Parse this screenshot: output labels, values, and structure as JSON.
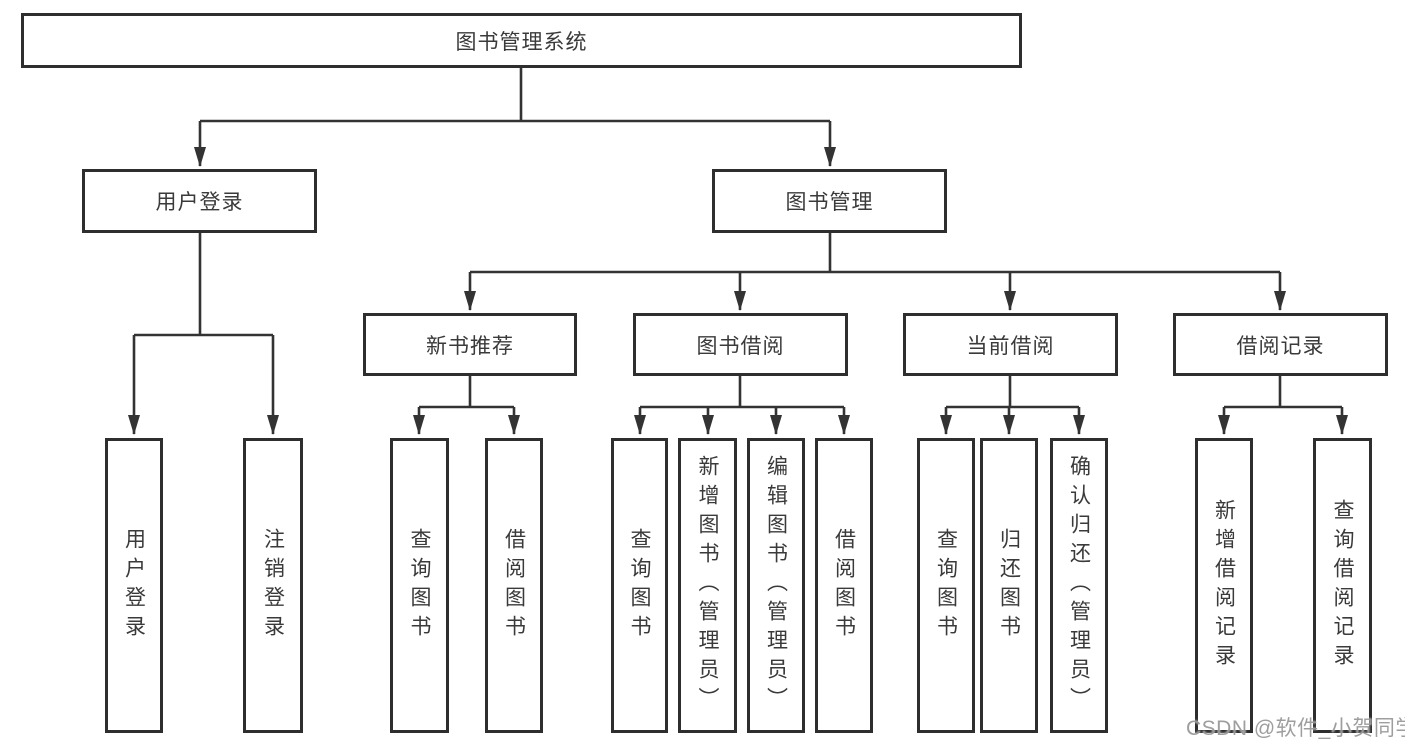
{
  "diagram": {
    "root": {
      "label": "图书管理系统"
    },
    "branches": [
      {
        "label": "用户登录",
        "children": [
          {
            "label": "用户登录"
          },
          {
            "label": "注销登录"
          }
        ]
      },
      {
        "label": "图书管理",
        "children": [
          {
            "label": "新书推荐",
            "children": [
              {
                "label": "查询图书"
              },
              {
                "label": "借阅图书"
              }
            ]
          },
          {
            "label": "图书借阅",
            "children": [
              {
                "label": "查询图书"
              },
              {
                "label": "新增图书（管理员）"
              },
              {
                "label": "编辑图书（管理员）"
              },
              {
                "label": "借阅图书"
              }
            ]
          },
          {
            "label": "当前借阅",
            "children": [
              {
                "label": "查询图书"
              },
              {
                "label": "归还图书"
              },
              {
                "label": "确认归还（管理员）"
              }
            ]
          },
          {
            "label": "借阅记录",
            "children": [
              {
                "label": "新增借阅记录"
              },
              {
                "label": "查询借阅记录"
              }
            ]
          }
        ]
      }
    ]
  },
  "watermark": "CSDN @软件_小贺同学",
  "colors": {
    "line": "#333333",
    "border": "#2e2e2e",
    "text": "#3a3a3a",
    "watermark": "#949494",
    "background": "#ffffff"
  }
}
